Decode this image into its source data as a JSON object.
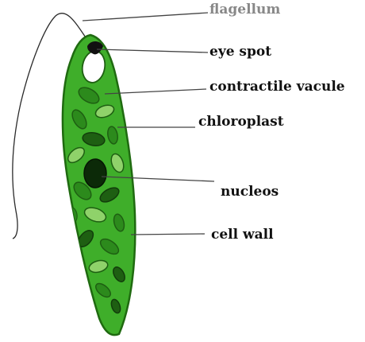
{
  "labels": {
    "flagellum": "flagellum",
    "eye_spot": "eye spot",
    "contractile_vacuole": "contractile vacule",
    "chloroplast": "chloroplast",
    "nucleus": "nucleos",
    "cell_wall": "cell wall"
  },
  "colors": {
    "cell_fill": "#3fae2a",
    "cell_outline": "#1f6a10",
    "chloroplast_dark": "#1e5f12",
    "chloroplast_light": "#8fd26a",
    "nucleus": "#0c2a08",
    "eye_spot": "#111111",
    "vacuole": "#ffffff",
    "flagellum_label": "#888888",
    "leader_line": "#444444"
  }
}
